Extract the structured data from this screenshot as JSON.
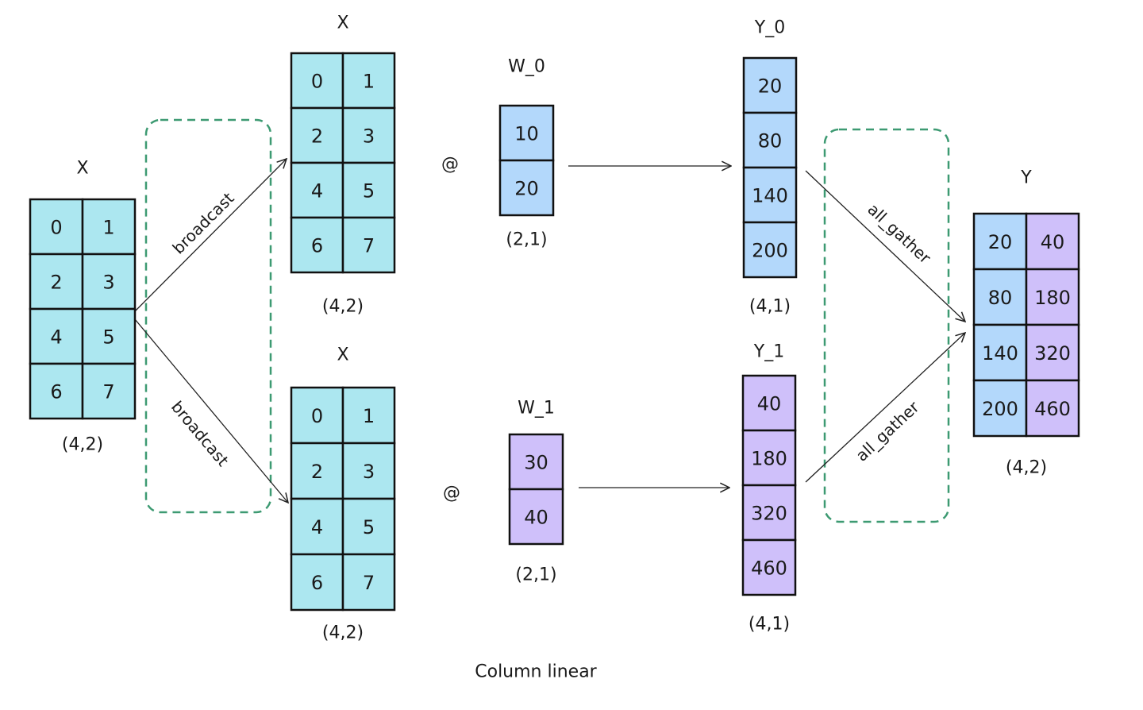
{
  "caption": "Column linear",
  "colors": {
    "cyan": "#ace7f0",
    "blue": "#b3d8fb",
    "purple": "#cfc0fa",
    "dashed_box": "#3d9a72"
  },
  "operator": "@",
  "matrices": [
    {
      "id": "x-input",
      "title": "X",
      "shape": "(4,2)",
      "color": "cyan",
      "cells": [
        [
          "0",
          "1"
        ],
        [
          "2",
          "3"
        ],
        [
          "4",
          "5"
        ],
        [
          "6",
          "7"
        ]
      ]
    },
    {
      "id": "x-top",
      "title": "X",
      "shape": "(4,2)",
      "color": "cyan",
      "cells": [
        [
          "0",
          "1"
        ],
        [
          "2",
          "3"
        ],
        [
          "4",
          "5"
        ],
        [
          "6",
          "7"
        ]
      ]
    },
    {
      "id": "x-bottom",
      "title": "X",
      "shape": "(4,2)",
      "color": "cyan",
      "cells": [
        [
          "0",
          "1"
        ],
        [
          "2",
          "3"
        ],
        [
          "4",
          "5"
        ],
        [
          "6",
          "7"
        ]
      ]
    },
    {
      "id": "w0",
      "title": "W_0",
      "shape": "(2,1)",
      "color": "blue",
      "cells": [
        [
          "10"
        ],
        [
          "20"
        ]
      ]
    },
    {
      "id": "w1",
      "title": "W_1",
      "shape": "(2,1)",
      "color": "purple",
      "cells": [
        [
          "30"
        ],
        [
          "40"
        ]
      ]
    },
    {
      "id": "y0",
      "title": "Y_0",
      "shape": "(4,1)",
      "color": "blue",
      "cells": [
        [
          "20"
        ],
        [
          "80"
        ],
        [
          "140"
        ],
        [
          "200"
        ]
      ]
    },
    {
      "id": "y1",
      "title": "Y_1",
      "shape": "(4,1)",
      "color": "purple",
      "cells": [
        [
          "40"
        ],
        [
          "180"
        ],
        [
          "320"
        ],
        [
          "460"
        ]
      ]
    },
    {
      "id": "y",
      "title": "Y",
      "shape": "(4,2)",
      "colors": [
        "blue",
        "purple"
      ],
      "cells": [
        [
          "20",
          "40"
        ],
        [
          "80",
          "180"
        ],
        [
          "140",
          "320"
        ],
        [
          "200",
          "460"
        ]
      ]
    }
  ],
  "arrow_labels": {
    "broadcast": "broadcast",
    "all_gather": "all_gather"
  }
}
